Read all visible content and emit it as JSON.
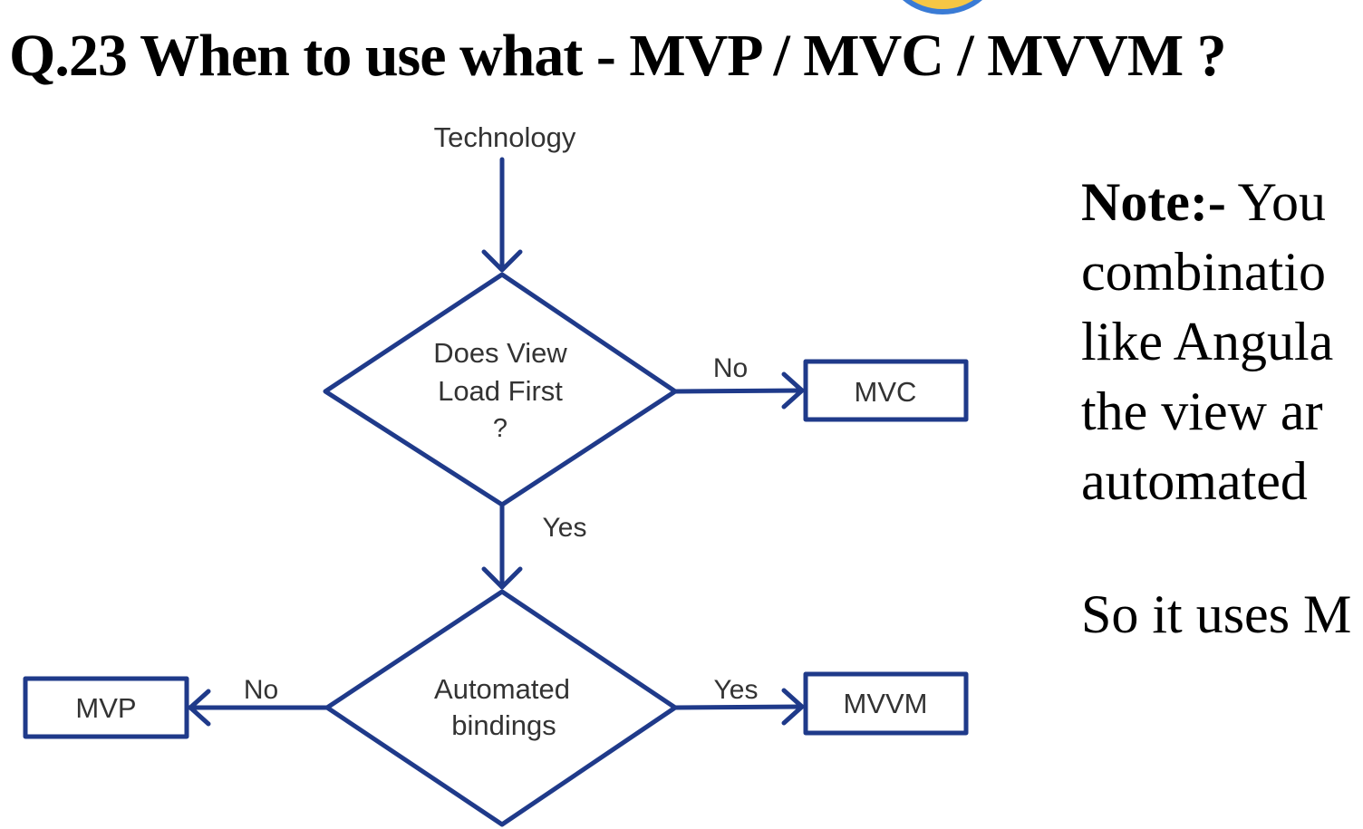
{
  "title": "Q.23 When to use what - MVP / MVC / MVVM ?",
  "colors": {
    "flow": "#1f3a8a",
    "deco_outer": "#3a7bd5",
    "deco_inner": "#f6c644"
  },
  "flowchart": {
    "start_label": "Technology",
    "decision1": {
      "line1": "Does View",
      "line2": "Load First",
      "line3": "?"
    },
    "decision1_no_label": "No",
    "decision1_yes_label": "Yes",
    "decision2": {
      "line1": "Automated",
      "line2": "bindings"
    },
    "decision2_no_label": "No",
    "decision2_yes_label": "Yes",
    "box_mvc": "MVC",
    "box_mvp": "MVP",
    "box_mvvm": "MVVM"
  },
  "note": {
    "label": "Note:-",
    "line1_rest": " You",
    "line2": "combinatio",
    "line3": "like Angula",
    "line4": "the view ar",
    "line5": "automated",
    "line6": "So it uses M"
  }
}
